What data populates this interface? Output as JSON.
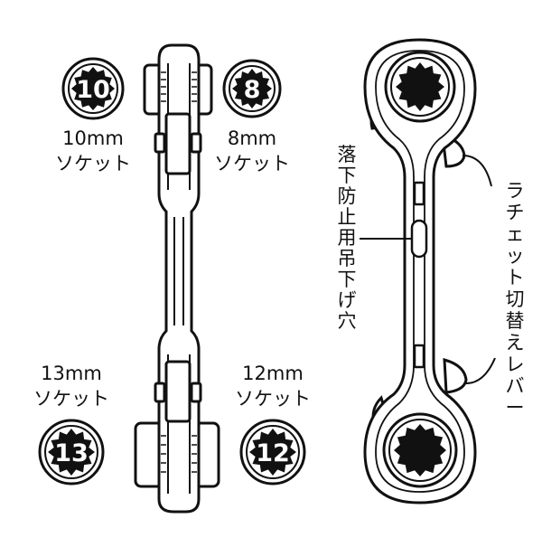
{
  "sockets": [
    {
      "number": "10",
      "size": "10mm",
      "kind": "ソケット"
    },
    {
      "number": "8",
      "size": "8mm",
      "kind": "ソケット"
    },
    {
      "number": "13",
      "size": "13mm",
      "kind": "ソケット"
    },
    {
      "number": "12",
      "size": "12mm",
      "kind": "ソケット"
    }
  ],
  "callouts": {
    "drop_hole": "落下防止用吊下げ穴",
    "ratchet_lever": "ラチェット切替えレバー"
  },
  "colors": {
    "line": "#111111",
    "fill": "#ffffff"
  }
}
